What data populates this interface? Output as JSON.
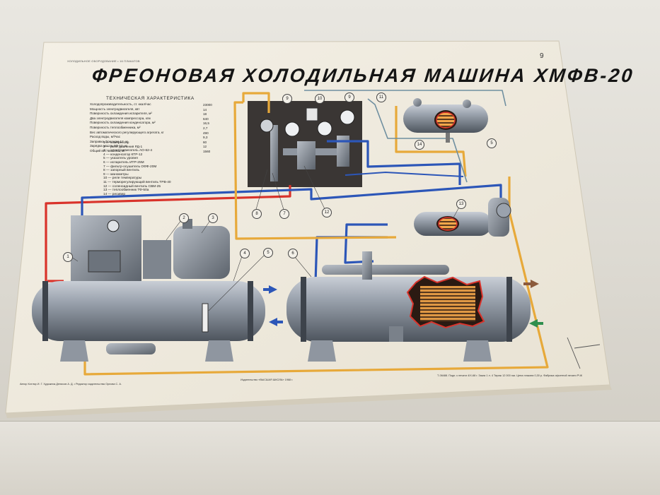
{
  "poster": {
    "subtitle": "ХОЛОДИЛЬНОЕ ОБОРУДОВАНИЕ • 16 ПЛАКАТОВ",
    "title": "ФРЕОНОВАЯ ХОЛОДИЛЬНАЯ МАШИНА ХМФВ-20",
    "page_number": "9",
    "spec_heading": "ТЕХНИЧЕСКАЯ ХАРАКТЕРИСТИКА",
    "specs": [
      {
        "label": "Холодопроизводительность, ст. ккал/час",
        "value": "23000"
      },
      {
        "label": "Мощность электродвигателя, квт",
        "value": "14"
      },
      {
        "label": "Поверхность охлаждения испарителя, м²",
        "value": "18"
      },
      {
        "label": "Два электродвигателя компрессора, кгм",
        "value": "640"
      },
      {
        "label": "Поверхность охлаждения конденсатора, м²",
        "value": "16,5"
      },
      {
        "label": "Поверхность теплообменника, м²",
        "value": "2,7"
      },
      {
        "label": "Вес автоматического регулирующего агрегата, кг",
        "value": "490"
      },
      {
        "label": "Расход воды, м³/час",
        "value": "9,3"
      },
      {
        "label": "Заправка фреоном-12, кг",
        "value": "60"
      },
      {
        "label": "Зарядка масла ХФ-12, кг",
        "value": "12"
      },
      {
        "label": "Общий вес машины, кг",
        "value": "1560"
      }
    ],
    "legend": [
      "1 — компрессор",
      "2 — реле давления РД-1",
      "3 — электродвигатель АО-62-4",
      "4 — конденсатор КТР-12",
      "5 — указатель уровня",
      "6 — испаритель ИТР-25М",
      "7 — фильтр-осушитель ОФФ-20М",
      "8 — запорный вентиль",
      "9 — манометры",
      "10 — реле температуры",
      "11 — терморегулирующий вентиль ТРВ-40",
      "12 — соленоидный вентиль СВМ-25",
      "13 — теплообменник ТФ-50а",
      "14 — ресивер"
    ],
    "callouts": [
      "1",
      "2",
      "3",
      "4",
      "5",
      "6",
      "7",
      "8",
      "9",
      "9",
      "10",
      "11",
      "12",
      "13",
      "14",
      "5"
    ],
    "footer_authors": "Автор Котляр И. Г. Художник Денисов А. Д. • Редактор издательства Орлова С. А.",
    "footer_publisher": "Издательство «ВЫСШАЯ ШКОЛА» 1968 г.",
    "footer_print": "Т-06488. Подп. к печати 4/X-68 г. Заказ 1 л. 4 Тираж 12 000 экз. Цена плаката 0,30 р. Фабрика офсетной печати РЧК",
    "colors": {
      "pipe_red": "#d9332b",
      "pipe_blue": "#2c56b8",
      "pipe_yellow": "#e7a93a",
      "pipe_gray": "#6f8fa0",
      "equipment": "#8a919b",
      "panel": "#3e3a38",
      "paper": "#f1ece0"
    }
  }
}
